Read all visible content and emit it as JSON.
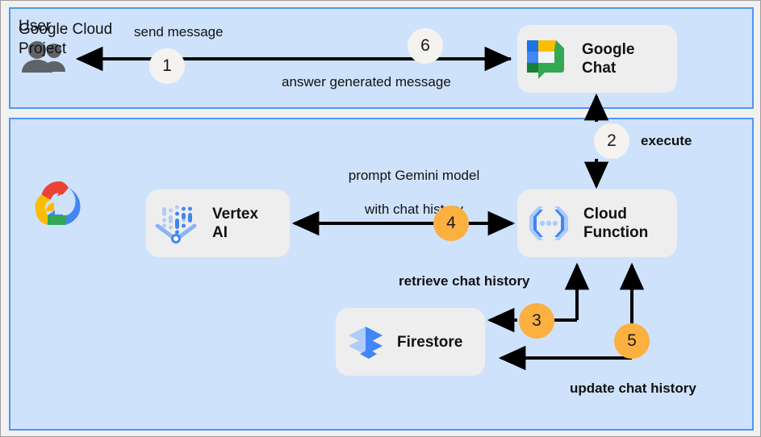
{
  "panels": {
    "user": {
      "title": "User"
    },
    "gcp": {
      "title": "Google Cloud\nProject"
    }
  },
  "services": [
    {
      "id": "google-chat",
      "label": "Google\nChat",
      "icon": "google-chat-icon"
    },
    {
      "id": "vertex-ai",
      "label": "Vertex\nAI",
      "icon": "vertex-ai-icon"
    },
    {
      "id": "cloud-function",
      "label": "Cloud\nFunction",
      "icon": "cloud-function-icon"
    },
    {
      "id": "firestore",
      "label": "Firestore",
      "icon": "firestore-icon"
    }
  ],
  "icons": {
    "user": "users-icon",
    "google_cloud": "google-cloud-logo"
  },
  "edge_labels": {
    "send_message": "send message",
    "answer_generated_message": "answer generated message",
    "execute": "execute",
    "prompt_gemini_line1": "prompt Gemini model",
    "prompt_gemini_line2": "with chat history",
    "retrieve_chat_history": "retrieve chat history",
    "update_chat_history": "update chat history"
  },
  "steps": [
    {
      "number": "1",
      "style": "light",
      "label": "send message"
    },
    {
      "number": "2",
      "style": "light",
      "label": "execute"
    },
    {
      "number": "3",
      "style": "orange",
      "label": "retrieve chat history"
    },
    {
      "number": "4",
      "style": "orange",
      "label": "prompt Gemini model with chat history"
    },
    {
      "number": "5",
      "style": "orange",
      "label": "update chat history"
    },
    {
      "number": "6",
      "style": "light",
      "label": "answer generated message"
    }
  ],
  "colors": {
    "panel_fill": "#cfe2fc",
    "panel_border": "#4f96f0",
    "canvas_bg": "#f1f1f1",
    "box_fill": "#eeeeee",
    "badge_orange": "#fbb040",
    "badge_light": "#f5f3f0",
    "arrow": "#000000",
    "google_blue": "#4285f4",
    "google_red": "#ea4335",
    "google_yellow": "#fbbc04",
    "google_green": "#34a853"
  }
}
